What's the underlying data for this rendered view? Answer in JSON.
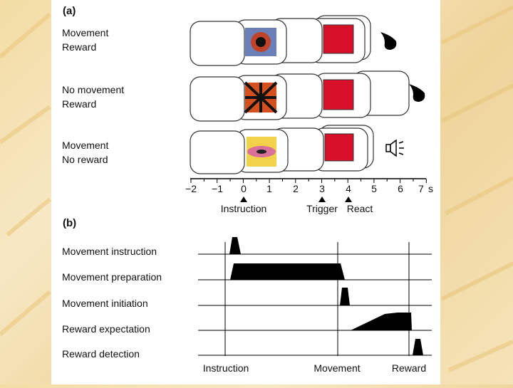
{
  "panel_a": {
    "label": "(a)",
    "trials": [
      {
        "line1": "Movement",
        "line2": "Reward",
        "outcome": "reward-drop-icon"
      },
      {
        "line1": "No movement",
        "line2": "Reward",
        "outcome": "reward-drop-icon"
      },
      {
        "line1": "Movement",
        "line2": "No reward",
        "outcome": "speaker-icon"
      }
    ],
    "timeline": {
      "ticks": [
        "−2",
        "−1",
        "0",
        "1",
        "2",
        "3",
        "4",
        "5",
        "6",
        "7"
      ],
      "unit": "s",
      "events": [
        "Instruction",
        "Trigger",
        "React"
      ]
    }
  },
  "panel_b": {
    "label": "(b)",
    "rows": [
      "Movement instruction",
      "Movement preparation",
      "Movement initiation",
      "Reward expectation",
      "Reward detection"
    ],
    "events": [
      "Instruction",
      "Movement",
      "Reward"
    ]
  },
  "colors": {
    "panel_bg": "#ffffff",
    "trigger_red": "#d7102a",
    "trace": "#000000",
    "slide_bg": "#f3dca4"
  }
}
